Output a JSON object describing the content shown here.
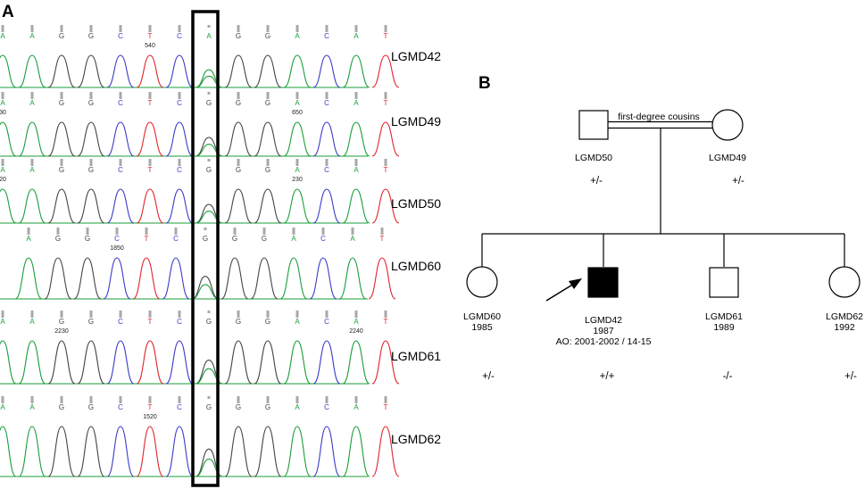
{
  "panelA": {
    "label": "A",
    "colors": {
      "A": "#1a9e3a",
      "G": "#444444",
      "C": "#3b3bc8",
      "T": "#e0242c"
    },
    "tracks": [
      {
        "name": "LGMD42",
        "bases": [
          "A",
          "A",
          "G",
          "G",
          "C",
          "T",
          "C",
          "A",
          "G",
          "G",
          "A",
          "C",
          "A",
          "T"
        ],
        "numbers": [
          {
            "text": "540",
            "slot": 5
          }
        ]
      },
      {
        "name": "LGMD49",
        "bases": [
          "A",
          "A",
          "G",
          "G",
          "C",
          "T",
          "C",
          "G",
          "G",
          "G",
          "A",
          "C",
          "A",
          "T"
        ],
        "numbers": [
          {
            "text": "30",
            "slot": 0
          },
          {
            "text": "650",
            "slot": 10
          }
        ]
      },
      {
        "name": "LGMD50",
        "bases": [
          "A",
          "A",
          "G",
          "G",
          "C",
          "T",
          "C",
          "G",
          "G",
          "G",
          "A",
          "C",
          "A",
          "T"
        ],
        "numbers": [
          {
            "text": "20",
            "slot": 0
          },
          {
            "text": "230",
            "slot": 10
          }
        ]
      },
      {
        "name": "LGMD60",
        "bases": [
          "A",
          "G",
          "G",
          "C",
          "T",
          "C",
          "G",
          "G",
          "G",
          "A",
          "C",
          "A",
          "T"
        ],
        "numbers": [
          {
            "text": "1850",
            "slot": 3
          }
        ]
      },
      {
        "name": "LGMD61",
        "bases": [
          "A",
          "A",
          "G",
          "G",
          "C",
          "T",
          "C",
          "G",
          "G",
          "G",
          "A",
          "C",
          "A",
          "T"
        ],
        "numbers": [
          {
            "text": "2230",
            "slot": 2
          },
          {
            "text": "2240",
            "slot": 12
          }
        ]
      },
      {
        "name": "LGMD62",
        "bases": [
          "A",
          "A",
          "G",
          "G",
          "C",
          "T",
          "C",
          "G",
          "G",
          "G",
          "A",
          "C",
          "A",
          "T"
        ],
        "numbers": [
          {
            "text": "1520",
            "slot": 5
          }
        ]
      }
    ]
  },
  "panelB": {
    "label": "B",
    "consanguinity_label": "first-degree cousins",
    "parents": [
      {
        "id": "LGMD50",
        "sex": "male",
        "genotype": "+/-"
      },
      {
        "id": "LGMD49",
        "sex": "female",
        "genotype": "+/-"
      }
    ],
    "children": [
      {
        "id": "LGMD60",
        "year": "1985",
        "sex": "female",
        "affected": false,
        "proband": false,
        "genotype": "+/-"
      },
      {
        "id": "LGMD42",
        "year": "1987",
        "note": "AO: 2001-2002 / 14-15",
        "sex": "male",
        "affected": true,
        "proband": true,
        "genotype": "+/+"
      },
      {
        "id": "LGMD61",
        "year": "1989",
        "sex": "male",
        "affected": false,
        "proband": false,
        "genotype": "-/-"
      },
      {
        "id": "LGMD62",
        "year": "1992",
        "sex": "female",
        "affected": false,
        "proband": false,
        "genotype": "+/-"
      }
    ]
  }
}
